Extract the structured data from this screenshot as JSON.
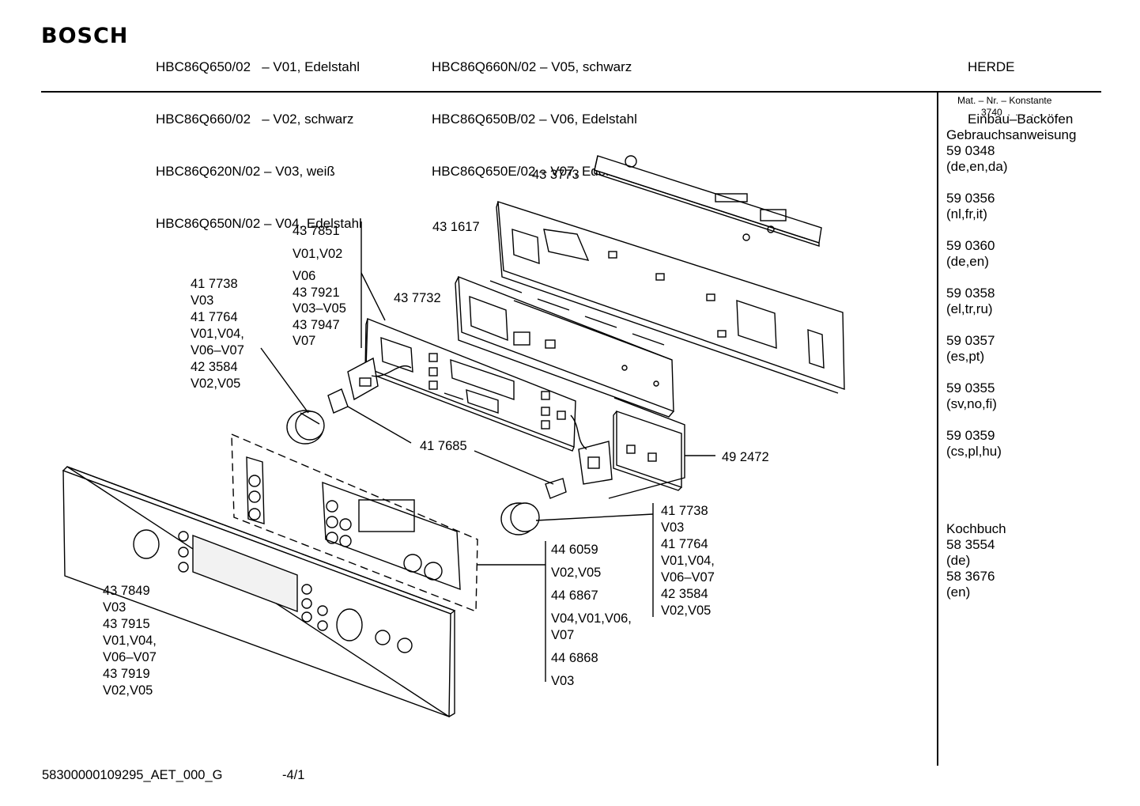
{
  "header": {
    "brand": "BOSCH",
    "models_col1": [
      "HBC86Q650/02   – V01, Edelstahl",
      "HBC86Q660/02   – V02, schwarz",
      "HBC86Q620N/02 – V03, weiß",
      "HBC86Q650N/02 – V04, Edelstahl"
    ],
    "models_col2": [
      "HBC86Q660N/02 – V05, schwarz",
      "HBC86Q650B/02 – V06, Edelstahl",
      "HBC86Q650E/02 – V07, Edelstah"
    ],
    "category": [
      "HERDE",
      "Einbau–Backöfen"
    ]
  },
  "sidebar": {
    "mat_label": "Mat. – Nr. – Konstante",
    "mat_value": "3740  .  .  .  .  .",
    "gebrauch_title": "Gebrauchsanweisung",
    "manuals": [
      {
        "number": "59 0348",
        "langs": "(de,en,da)"
      },
      {
        "number": "59 0356",
        "langs": "(nl,fr,it)"
      },
      {
        "number": "59 0360",
        "langs": "(de,en)"
      },
      {
        "number": "59 0358",
        "langs": "(el,tr,ru)"
      },
      {
        "number": "59 0357",
        "langs": "(es,pt)"
      },
      {
        "number": "59 0355",
        "langs": "(sv,no,fi)"
      },
      {
        "number": "59 0359",
        "langs": "(cs,pl,hu)"
      }
    ],
    "kochbuch_title": "Kochbuch",
    "cookbooks": [
      {
        "number": "58 3554",
        "langs": "(de)"
      },
      {
        "number": "58 3676",
        "langs": "(en)"
      }
    ]
  },
  "parts": {
    "p433773": "43 3773",
    "p431617": "43 1617",
    "p437732": "43 7732",
    "group_board": [
      "43 7851",
      "V01,V02",
      "V06",
      "43 7921",
      "V03–V05",
      "43 7947",
      "V07"
    ],
    "knob_left": [
      "41 7738",
      "V03",
      "41 7764",
      "V01,V04,",
      "V06–V07",
      "42 3584",
      "V02,V05"
    ],
    "p417685": "41 7685",
    "p492472": "49 2472",
    "knob_right": [
      "41 7738",
      "V03",
      "41 7764",
      "V01,V04,",
      "V06–V07",
      "42 3584",
      "V02,V05"
    ],
    "buttons": [
      "44 6059",
      "V02,V05",
      "44 6867",
      "V04,V01,V06,",
      "V07",
      "44 6868",
      "V03"
    ],
    "panel": [
      "43 7849",
      "V03",
      "43 7915",
      "V01,V04,",
      "V06–V07",
      "43 7919",
      "V02,V05"
    ]
  },
  "footer": {
    "code": "58300000109295_AET_000_G",
    "page": "-4/1"
  }
}
